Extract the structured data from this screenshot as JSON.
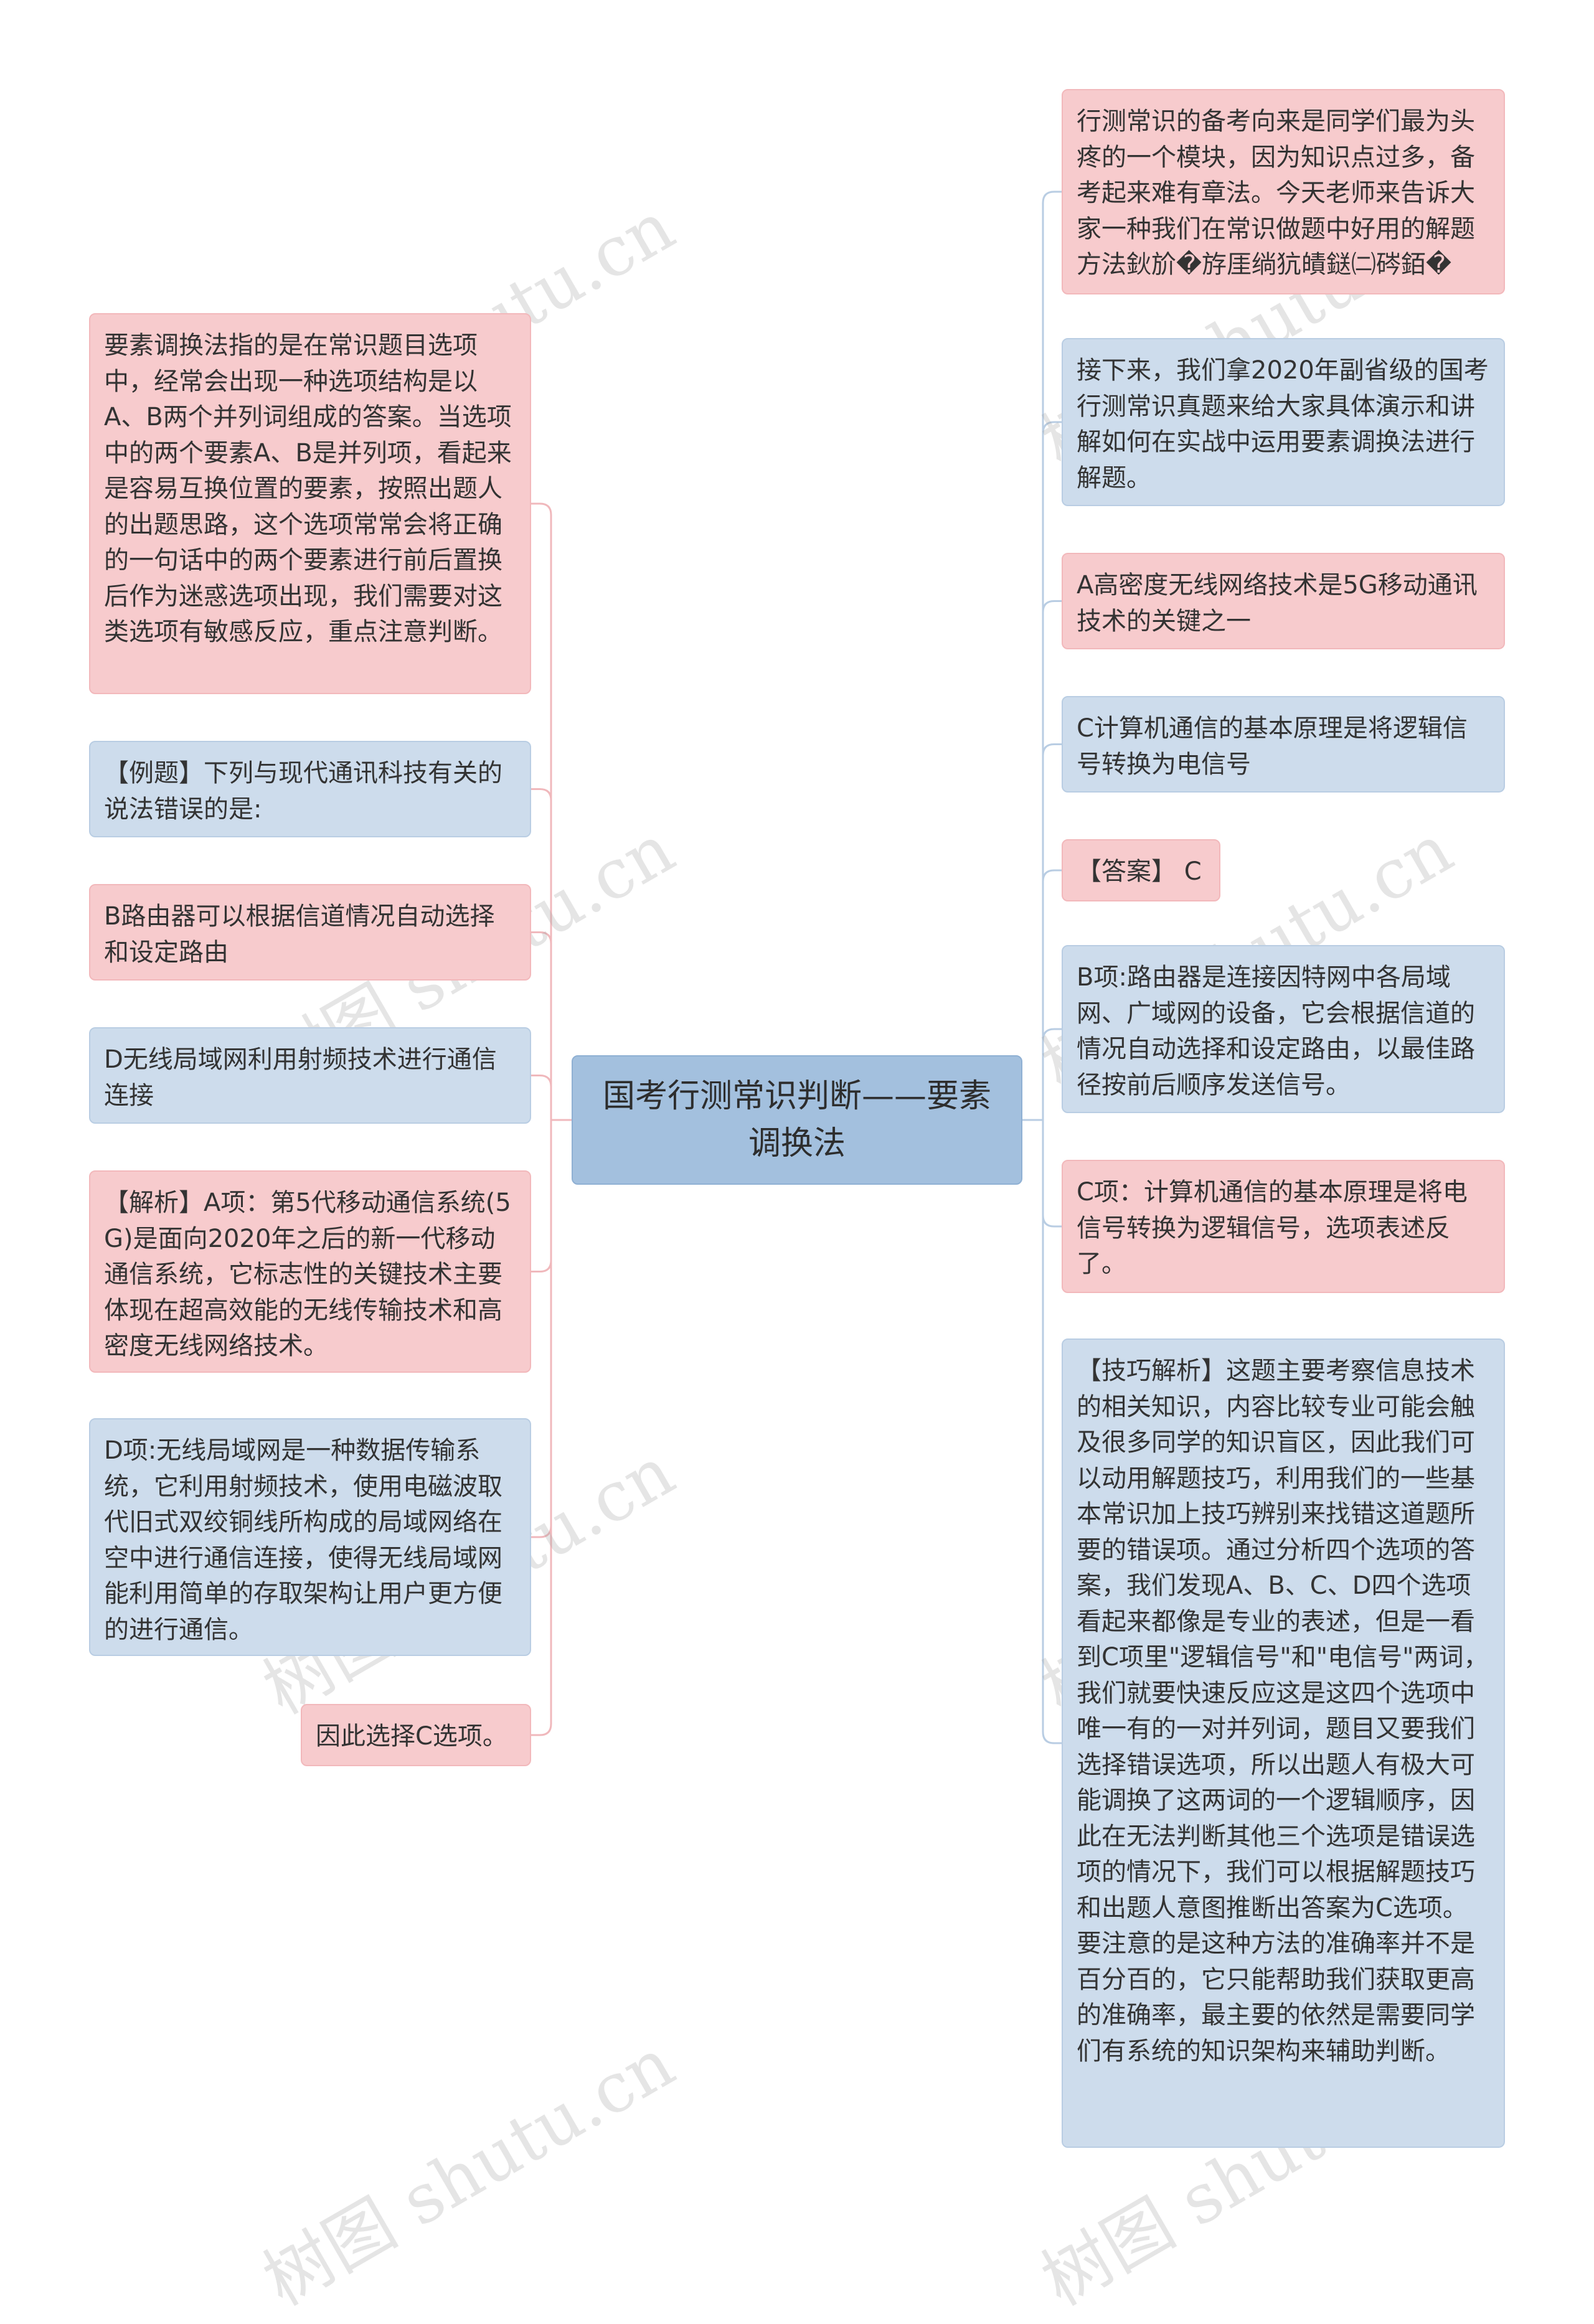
{
  "root": {
    "label": "国考行测常识判断——要素调换法"
  },
  "left_nodes": [
    {
      "id": "l1",
      "color": "pink",
      "text": "要素调换法指的是在常识题目选项中，经常会出现一种选项结构是以A、B两个并列词组成的答案。当选项中的两个要素A、B是并列项，看起来是容易互换位置的要素，按照出题人的出题思路，这个选项常常会将正确的一句话中的两个要素进行前后置换后作为迷惑选项出现，我们需要对这类选项有敏感反应，重点注意判断。"
    },
    {
      "id": "l2",
      "color": "blue",
      "text": "【例题】下列与现代通讯科技有关的说法错误的是:"
    },
    {
      "id": "l3",
      "color": "pink",
      "text": "B路由器可以根据信道情况自动选择和设定路由"
    },
    {
      "id": "l4",
      "color": "blue",
      "text": "D无线局域网利用射频技术进行通信连接"
    },
    {
      "id": "l5",
      "color": "pink",
      "text": "【解析】A项：第5代移动通信系统(5G)是面向2020年之后的新一代移动通信系统，它标志性的关键技术主要体现在超高效能的无线传输技术和高密度无线网络技术。"
    },
    {
      "id": "l6",
      "color": "blue",
      "text": "D项:无线局域网是一种数据传输系统，它利用射频技术，使用电磁波取代旧式双绞铜线所构成的局域网络在空中进行通信连接，使得无线局域网能利用简单的存取架构让用户更方便的进行通信。"
    },
    {
      "id": "l7",
      "color": "pink",
      "text": "因此选择C选项。"
    }
  ],
  "right_nodes": [
    {
      "id": "r1",
      "color": "pink",
      "text": "行测常识的备考向来是同学们最为头疼的一个模块，因为知识点过多，备考起来难有章法。今天老师来告诉大家一种我们在常识做题中好用的解题方法鈥斺�斿厓绱犺皟鎹㈡硶銆�"
    },
    {
      "id": "r2",
      "color": "blue",
      "text": "接下来，我们拿2020年副省级的国考行测常识真题来给大家具体演示和讲解如何在实战中运用要素调换法进行解题。"
    },
    {
      "id": "r3",
      "color": "pink",
      "text": "A高密度无线网络技术是5G移动通讯技术的关键之一"
    },
    {
      "id": "r4",
      "color": "blue",
      "text": "C计算机通信的基本原理是将逻辑信号转换为电信号"
    },
    {
      "id": "r5",
      "color": "pink",
      "text": "【答案】 C"
    },
    {
      "id": "r6",
      "color": "blue",
      "text": "B项:路由器是连接因特网中各局域网、广域网的设备，它会根据信道的情况自动选择和设定路由，以最佳路径按前后顺序发送信号。"
    },
    {
      "id": "r7",
      "color": "pink",
      "text": "C项：计算机通信的基本原理是将电信号转换为逻辑信号，选项表述反了。"
    },
    {
      "id": "r8",
      "color": "blue",
      "text": "【技巧解析】这题主要考察信息技术的相关知识，内容比较专业可能会触及很多同学的知识盲区，因此我们可以动用解题技巧，利用我们的一些基本常识加上技巧辨别来找错这道题所要的错误项。通过分析四个选项的答案，我们发现A、B、C、D四个选项看起来都像是专业的表述，但是一看到C项里\"逻辑信号\"和\"电信号\"两词，我们就要快速反应这是这四个选项中唯一有的一对并列词，题目又要我们选择错误选项，所以出题人有极大可能调换了这两词的一个逻辑顺序，因此在无法判断其他三个选项是错误选项的情况下，我们可以根据解题技巧和出题人意图推断出答案为C选项。要注意的是这种方法的准确率并不是百分百的，它只能帮助我们获取更高的准确率，最主要的依然是需要同学们有系统的知识架构来辅助判断。"
    }
  ],
  "watermark": "树图 shutu.cn",
  "colors": {
    "pink_fill": "#f7cbcd",
    "blue_fill": "#cddcec",
    "root_fill": "#a3c0de",
    "left_connector": "#f0b8bc",
    "right_connector": "#b9cde3"
  }
}
